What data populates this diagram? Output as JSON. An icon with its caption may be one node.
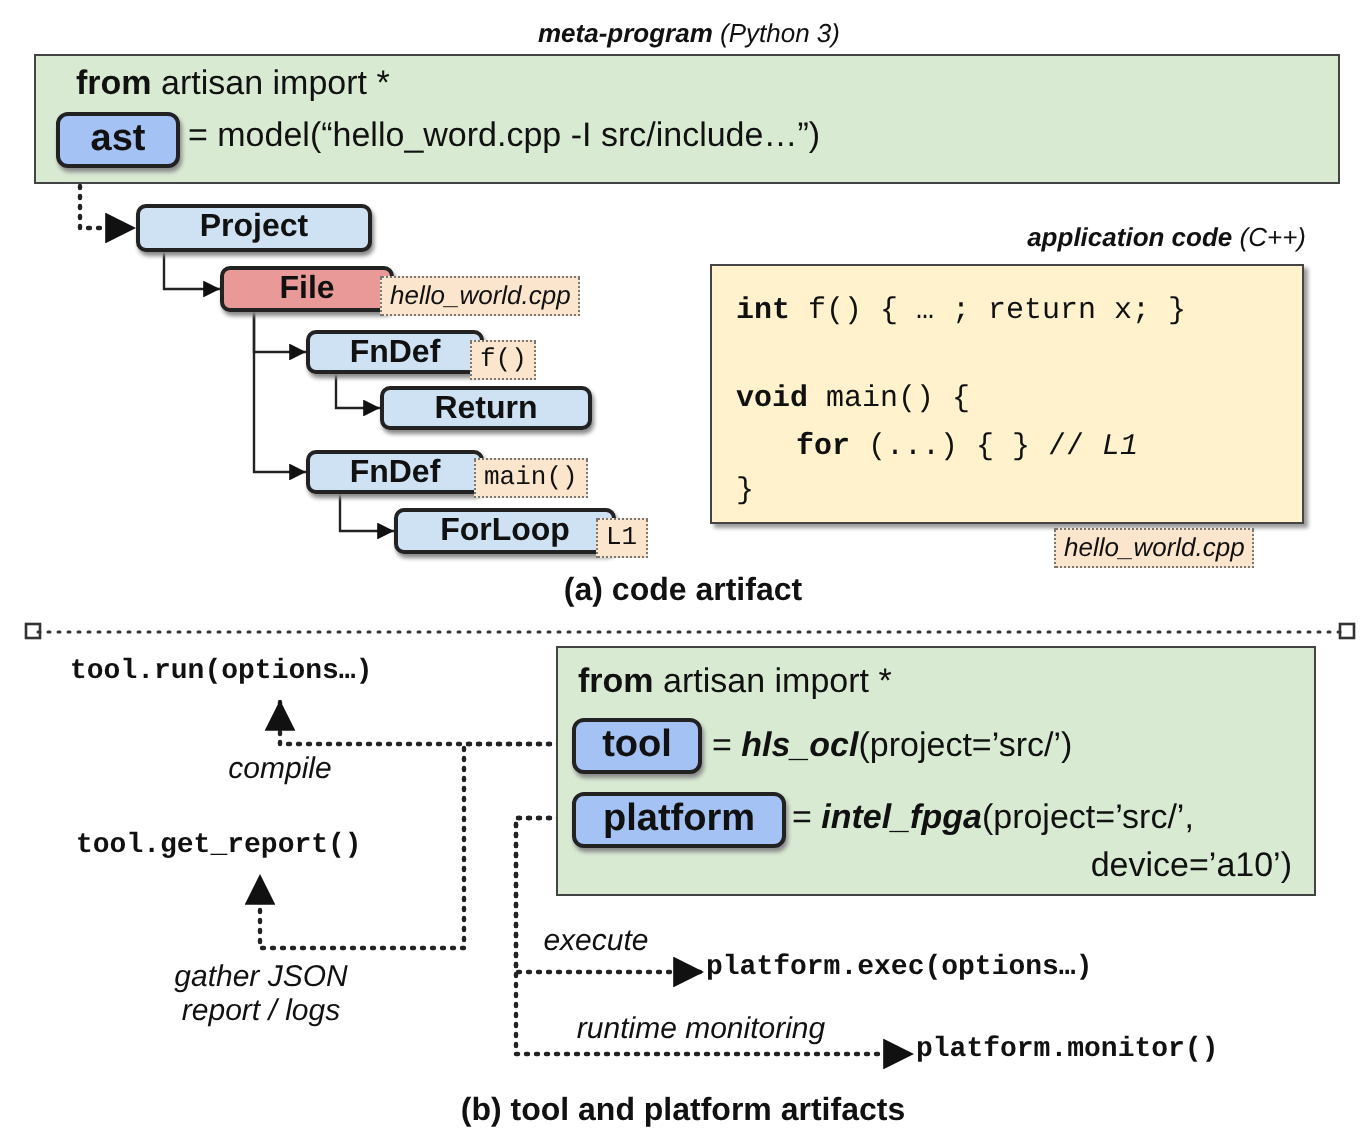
{
  "diagram": {
    "nodes": [
      {
        "text": [
          "**meta-program** (Python 3)",
          "**from** artisan import *",
          "= model(“hello_word.cpp -I src/include…”)"
        ]
      },
      {
        "text": [
          "ast"
        ],
        "in": 0
      },
      {
        "text": [
          "Project"
        ]
      },
      {
        "text": [
          "File"
        ],
        "beside": [
          "hello_world.cpp"
        ]
      },
      {
        "text": [
          "FnDef"
        ],
        "beside": [
          "f()"
        ]
      },
      {
        "text": [
          "Return"
        ]
      },
      {
        "text": [
          "FnDef"
        ],
        "beside": [
          "main()"
        ]
      },
      {
        "text": [
          "ForLoop"
        ],
        "beside": [
          "L1"
        ]
      },
      {
        "text": [
          "**application code** (C++)",
          "**int** f() { … ; return x; }",
          "**void** main() {",
          "**for** (...) { } // *L1*",
          "}"
        ],
        "beside": [
          "hello_world.cpp"
        ]
      },
      {
        "text": [
          "**from** artisan import *",
          "= **hls_ocl**(project=’src/’)",
          "= **intel_fpga**(project=’src/’, device=’a10’)"
        ]
      },
      {
        "text": [
          "tool"
        ],
        "in": 9
      },
      {
        "text": [
          "platform"
        ],
        "in": 9
      },
      {
        "text": [
          "tool.run(options…)"
        ]
      },
      {
        "text": [
          "tool.get_report()"
        ]
      },
      {
        "text": [
          "platform.exec(options…)"
        ]
      },
      {
        "text": [
          "platform.monitor()"
        ]
      }
    ],
    "edges": [
      {
        "from": 1,
        "to": 2,
        "arrow": "to",
        "style": "dashed"
      },
      {
        "from": 2,
        "to": 3,
        "arrow": "to"
      },
      {
        "from": 3,
        "to": 4,
        "arrow": "to"
      },
      {
        "from": 4,
        "to": 5,
        "arrow": "to"
      },
      {
        "from": 3,
        "to": 6,
        "arrow": "to"
      },
      {
        "from": 6,
        "to": 7,
        "arrow": "to"
      },
      {
        "from": 10,
        "to": 12,
        "arrow": "to",
        "label": "compile",
        "style": "dashed"
      },
      {
        "from": 10,
        "to": 13,
        "arrow": "to",
        "label": "gather JSON report / logs",
        "style": "dashed"
      },
      {
        "from": 11,
        "to": 14,
        "arrow": "to",
        "label": "execute",
        "style": "dashed"
      },
      {
        "from": 11,
        "to": 15,
        "arrow": "to",
        "label": "runtime monitoring",
        "style": "dashed"
      }
    ],
    "labels": [
      "(a) code artifact",
      "(b) tool and platform artifacts"
    ]
  }
}
